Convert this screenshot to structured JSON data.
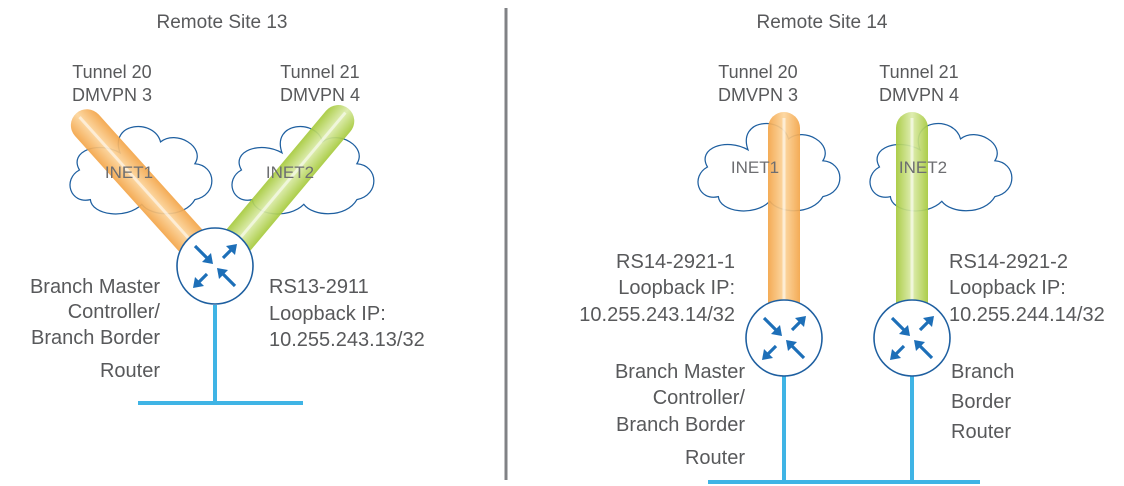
{
  "colors": {
    "inet1_tunnel": "#f6b25c",
    "inet2_tunnel": "#b6d453",
    "lan_line": "#3fb4e5",
    "router_arrows": "#1d6fb8",
    "cloud_outline": "#1e5fa0",
    "divider": "#808285",
    "text": "#58595b"
  },
  "site13": {
    "title": "Remote Site 13",
    "tunnel1": {
      "line1": "Tunnel 20",
      "line2": "DMVPN 3",
      "cloud": "INET1"
    },
    "tunnel2": {
      "line1": "Tunnel 21",
      "line2": "DMVPN 4",
      "cloud": "INET2"
    },
    "role": [
      "Branch Master",
      "Controller/",
      "Branch Border",
      "Router"
    ],
    "router": {
      "name": "RS13-2911",
      "loopback_label": "Loopback IP:",
      "loopback_ip": "10.255.243.13/32"
    }
  },
  "site14": {
    "title": "Remote Site 14",
    "tunnel1": {
      "line1": "Tunnel 20",
      "line2": "DMVPN 3",
      "cloud": "INET1"
    },
    "tunnel2": {
      "line1": "Tunnel 21",
      "line2": "DMVPN 4",
      "cloud": "INET2"
    },
    "router1": {
      "name": "RS14-2921-1",
      "loopback_label": "Loopback IP:",
      "loopback_ip": "10.255.243.14/32"
    },
    "router2": {
      "name": "RS14-2921-2",
      "loopback_label": "Loopback IP:",
      "loopback_ip": "10.255.244.14/32"
    },
    "role1": [
      "Branch Master",
      "Controller/",
      "Branch Border",
      "Router"
    ],
    "role2": [
      "Branch",
      "Border",
      "Router"
    ]
  }
}
